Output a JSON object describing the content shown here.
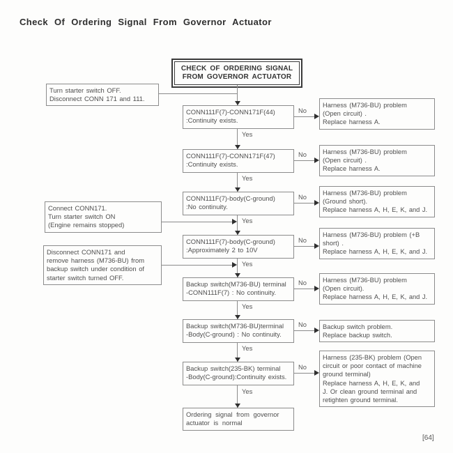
{
  "page": {
    "title": "Check Of Ordering Signal From Governor Actuator",
    "footer": "[64]"
  },
  "flow": {
    "start": "CHECK OF  ORDERING SIGNAL\nFROM GOVERNOR ACTUATOR",
    "end": "Ordering signal from governor\nactuator is normal",
    "yes": "Yes",
    "no": "No"
  },
  "notes": [
    {
      "text": "Turn starter switch OFF.\nDisconnect CONN 171 and 111."
    },
    {
      "text": "Connect CONN171.\nTurn starter switch ON\n(Engine remains stopped)"
    },
    {
      "text": "Disconnect CONN171 and\nremove harness (M736-BU) from\nbackup switch under condition of\nstarter switch turned OFF."
    }
  ],
  "steps": [
    {
      "check": "CONN111F(7)-CONN171F(44)\n:Continuity exists.",
      "result": "Harness (M736-BU) problem\n(Open circuit) .\nReplace harness A."
    },
    {
      "check": "CONN111F(7)-CONN171F(47)\n:Continuity exists.",
      "result": "Harness (M736-BU) problem\n(Open circuit) .\nReplace harness A."
    },
    {
      "check": "CONN111F(7)-body(C-ground)\n:No continuity.",
      "result": "Harness (M736-BU) problem\n(Ground short).\nReplace harness A, H, E, K, and J."
    },
    {
      "check": "CONN111F(7)-body(C-ground)\n:Approximately 2 to 10V",
      "result": "Harness (M736-BU) problem (+B\nshort) .\nReplace harness A, H, E, K, and J."
    },
    {
      "check": "Backup switch(M736-BU) terminal\n-CONN111F(7) :  No continuity.",
      "result": "Harness (M736-BU) problem\n(Open circuit).\nReplace harness A, H, E, K, and J."
    },
    {
      "check": "Backup switch(M736-BU)terminal\n-Body(C-ground) : No continuity.",
      "result": "Backup switch problem.\nReplace backup switch."
    },
    {
      "check": "Backup switch(235-BK)  terminal\n-Body(C-ground):Continuity exists.",
      "result": "Harness (235-BK) problem (Open\ncircuit or poor contact of machine\nground terminal)\nReplace harness A, H, E, K, and\nJ. Or clean ground terminal and\nretighten ground terminal."
    }
  ]
}
